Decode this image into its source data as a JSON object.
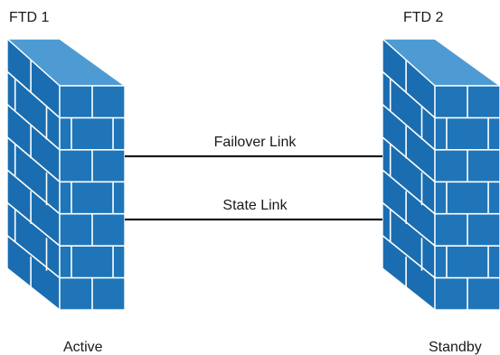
{
  "devices": [
    {
      "name": "FTD 1",
      "role": "Active"
    },
    {
      "name": "FTD 2",
      "role": "Standby"
    }
  ],
  "links": [
    {
      "label": "Failover Link"
    },
    {
      "label": "State Link"
    }
  ],
  "colors": {
    "wall_front": "#1f75b8",
    "wall_side": "#1a6db0",
    "wall_top": "#4e9bd4",
    "mortar": "#ffffff",
    "line": "#1a1a1a",
    "text": "#1a1a1a"
  },
  "icons": [
    "firewall-icon",
    "firewall-icon"
  ]
}
